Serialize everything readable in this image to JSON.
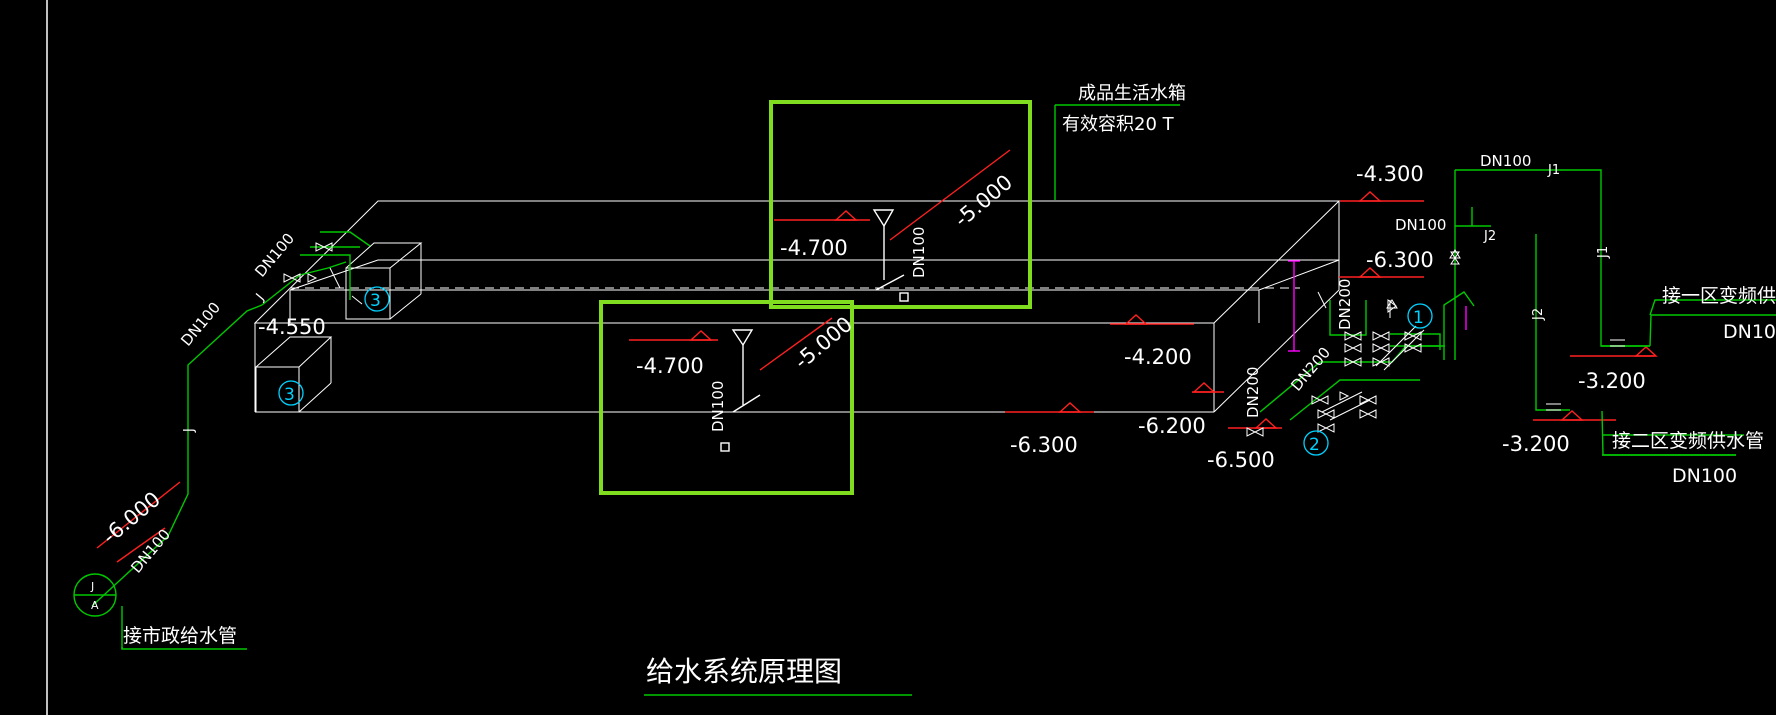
{
  "drawing": {
    "title": "给水系统原理图",
    "tank_label": "成品生活水箱",
    "tank_capacity": "有效容积20 T",
    "municipal_label": "接市政给水管",
    "zone1_label": "接一区变频供水",
    "zone2_label": "接二区变频供水管",
    "node_j": "J",
    "node_a": "A",
    "circle_labels": [
      "1",
      "2",
      "3",
      "3"
    ],
    "pipe_labels": {
      "dn100_a": "DN100",
      "dn100_b": "DN100",
      "dn100_c": "DN100",
      "dn100_d": "DN100",
      "dn100_e": "DN100",
      "dn100_f": "DN100",
      "dn100_g": "DN10",
      "dn100_h": "DN100",
      "dn100_i": "DN100",
      "dn200_a": "DN200",
      "dn200_b": "DN200",
      "dn200_c": "DN200",
      "j_1": "J",
      "j_2": "J",
      "j1_a": "J1",
      "j1_b": "J1",
      "j2_a": "J2",
      "j2_b": "J2"
    },
    "elevations": {
      "e1": "-6.000",
      "e2": "-4.550",
      "e3": "-4.700",
      "e4": "-5.000",
      "e5": "-4.700",
      "e6": "-5.000",
      "e7": "-4.300",
      "e8": "-6.300",
      "e9": "-4.200",
      "e10": "-6.300",
      "e11": "-6.200",
      "e12": "-6.500",
      "e13": "-3.200",
      "e14": "-3.200"
    },
    "colors": {
      "background": "#000000",
      "tank": "#ffffff",
      "pipe": "#00c800",
      "highlight": "#7fdc1e",
      "marker": "#ff2020",
      "dimension": "#ff00ff",
      "circle": "#00d2ff"
    }
  }
}
